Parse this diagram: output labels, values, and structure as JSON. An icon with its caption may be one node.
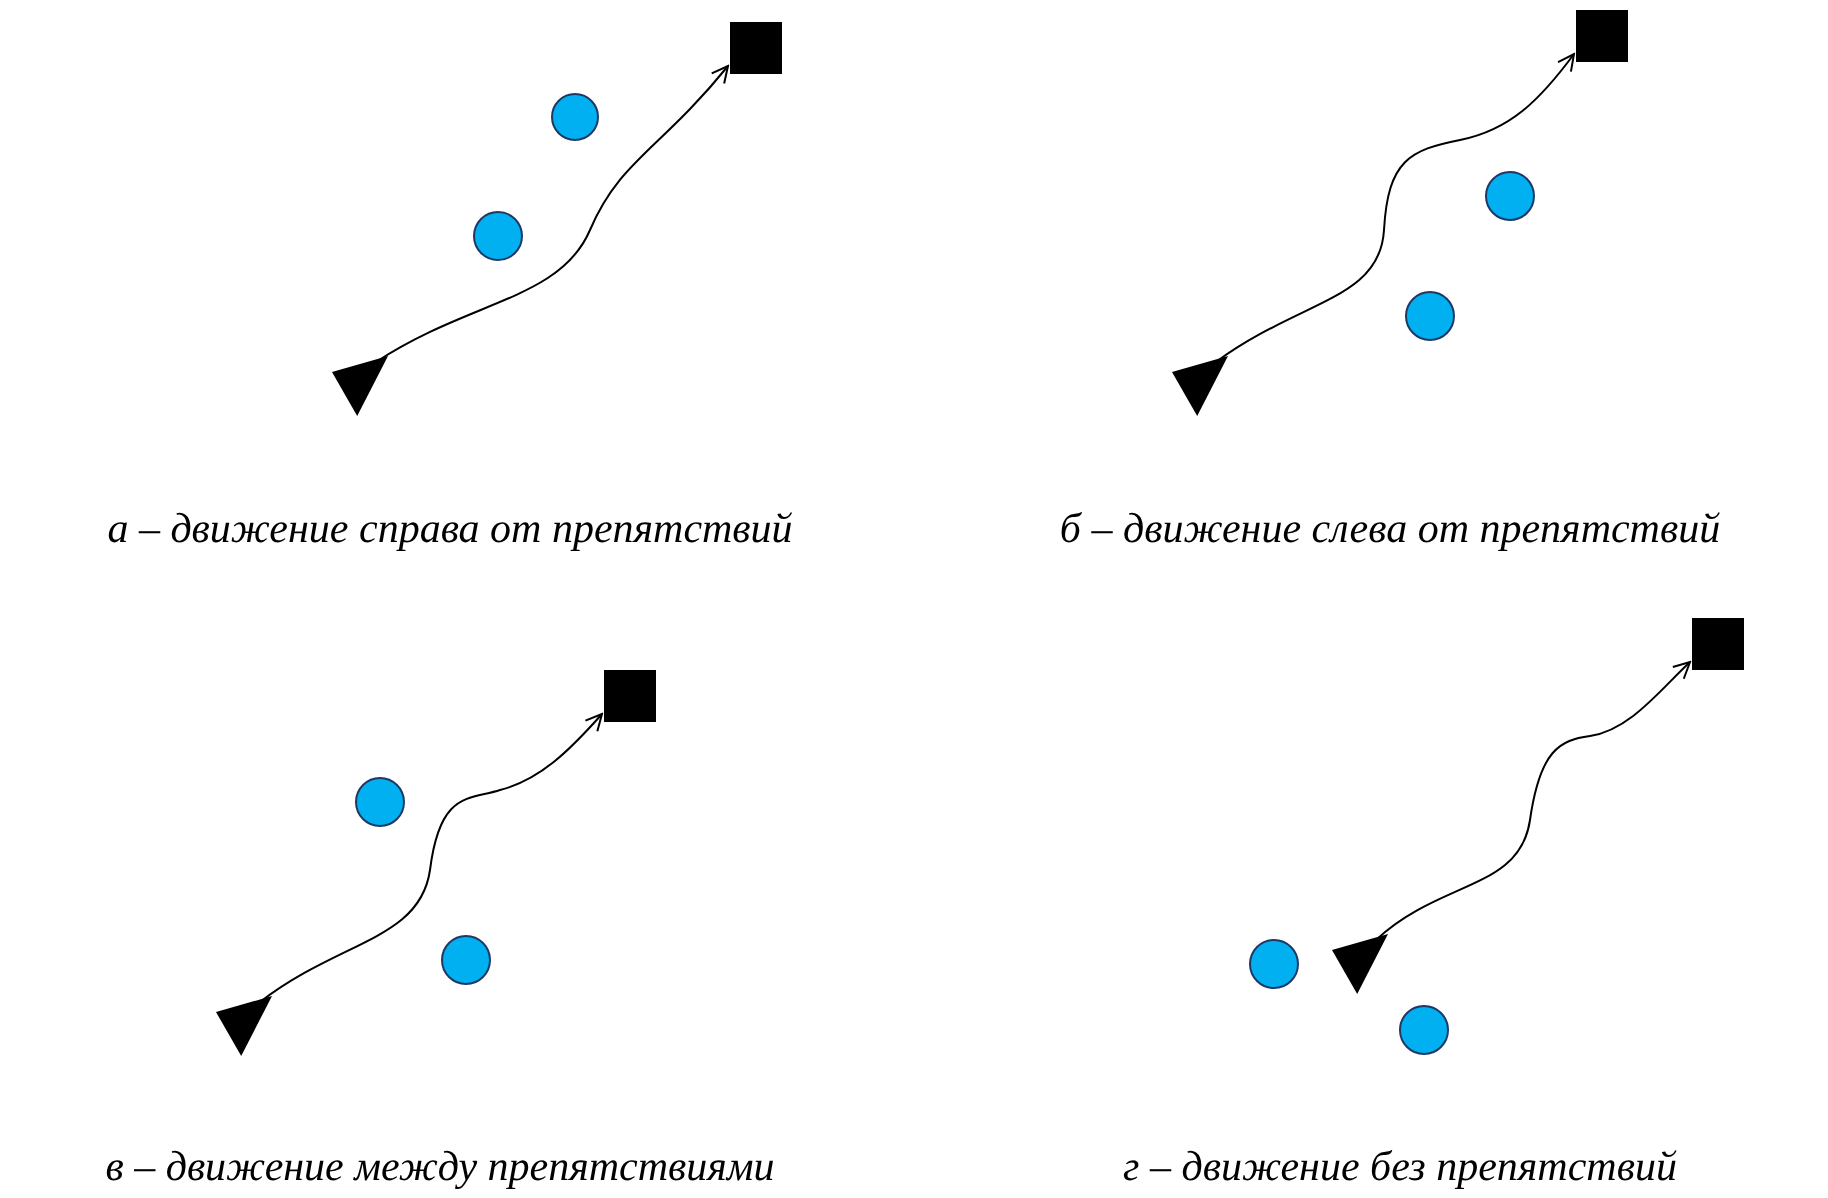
{
  "diagram": {
    "nodes": [
      {
        "text": [],
        "shape": "box"
      },
      {
        "text": [],
        "shape": "circle"
      },
      {
        "text": [],
        "shape": "circle"
      },
      {
        "text": [],
        "shape": "triangle"
      },
      {
        "text": [],
        "shape": "box"
      },
      {
        "text": [],
        "shape": "circle"
      },
      {
        "text": [],
        "shape": "circle"
      },
      {
        "text": [],
        "shape": "triangle"
      },
      {
        "text": [],
        "shape": "box"
      },
      {
        "text": [],
        "shape": "circle"
      },
      {
        "text": [],
        "shape": "circle"
      },
      {
        "text": [],
        "shape": "triangle"
      },
      {
        "text": [],
        "shape": "box"
      },
      {
        "text": [],
        "shape": "circle"
      },
      {
        "text": [],
        "shape": "triangle"
      },
      {
        "text": [],
        "shape": "circle"
      }
    ],
    "edges": [
      {
        "from": 3,
        "to": 0,
        "arrow": "to"
      },
      {
        "from": 7,
        "to": 4,
        "arrow": "to"
      },
      {
        "from": 11,
        "to": 8,
        "arrow": "to"
      },
      {
        "from": 14,
        "to": 12,
        "arrow": "to"
      }
    ],
    "labels": [
      "а – движение справа от препятствий",
      "б – движение слева от препятствий",
      "в – движение между препятствиями",
      "г – движение без препятствий"
    ]
  }
}
